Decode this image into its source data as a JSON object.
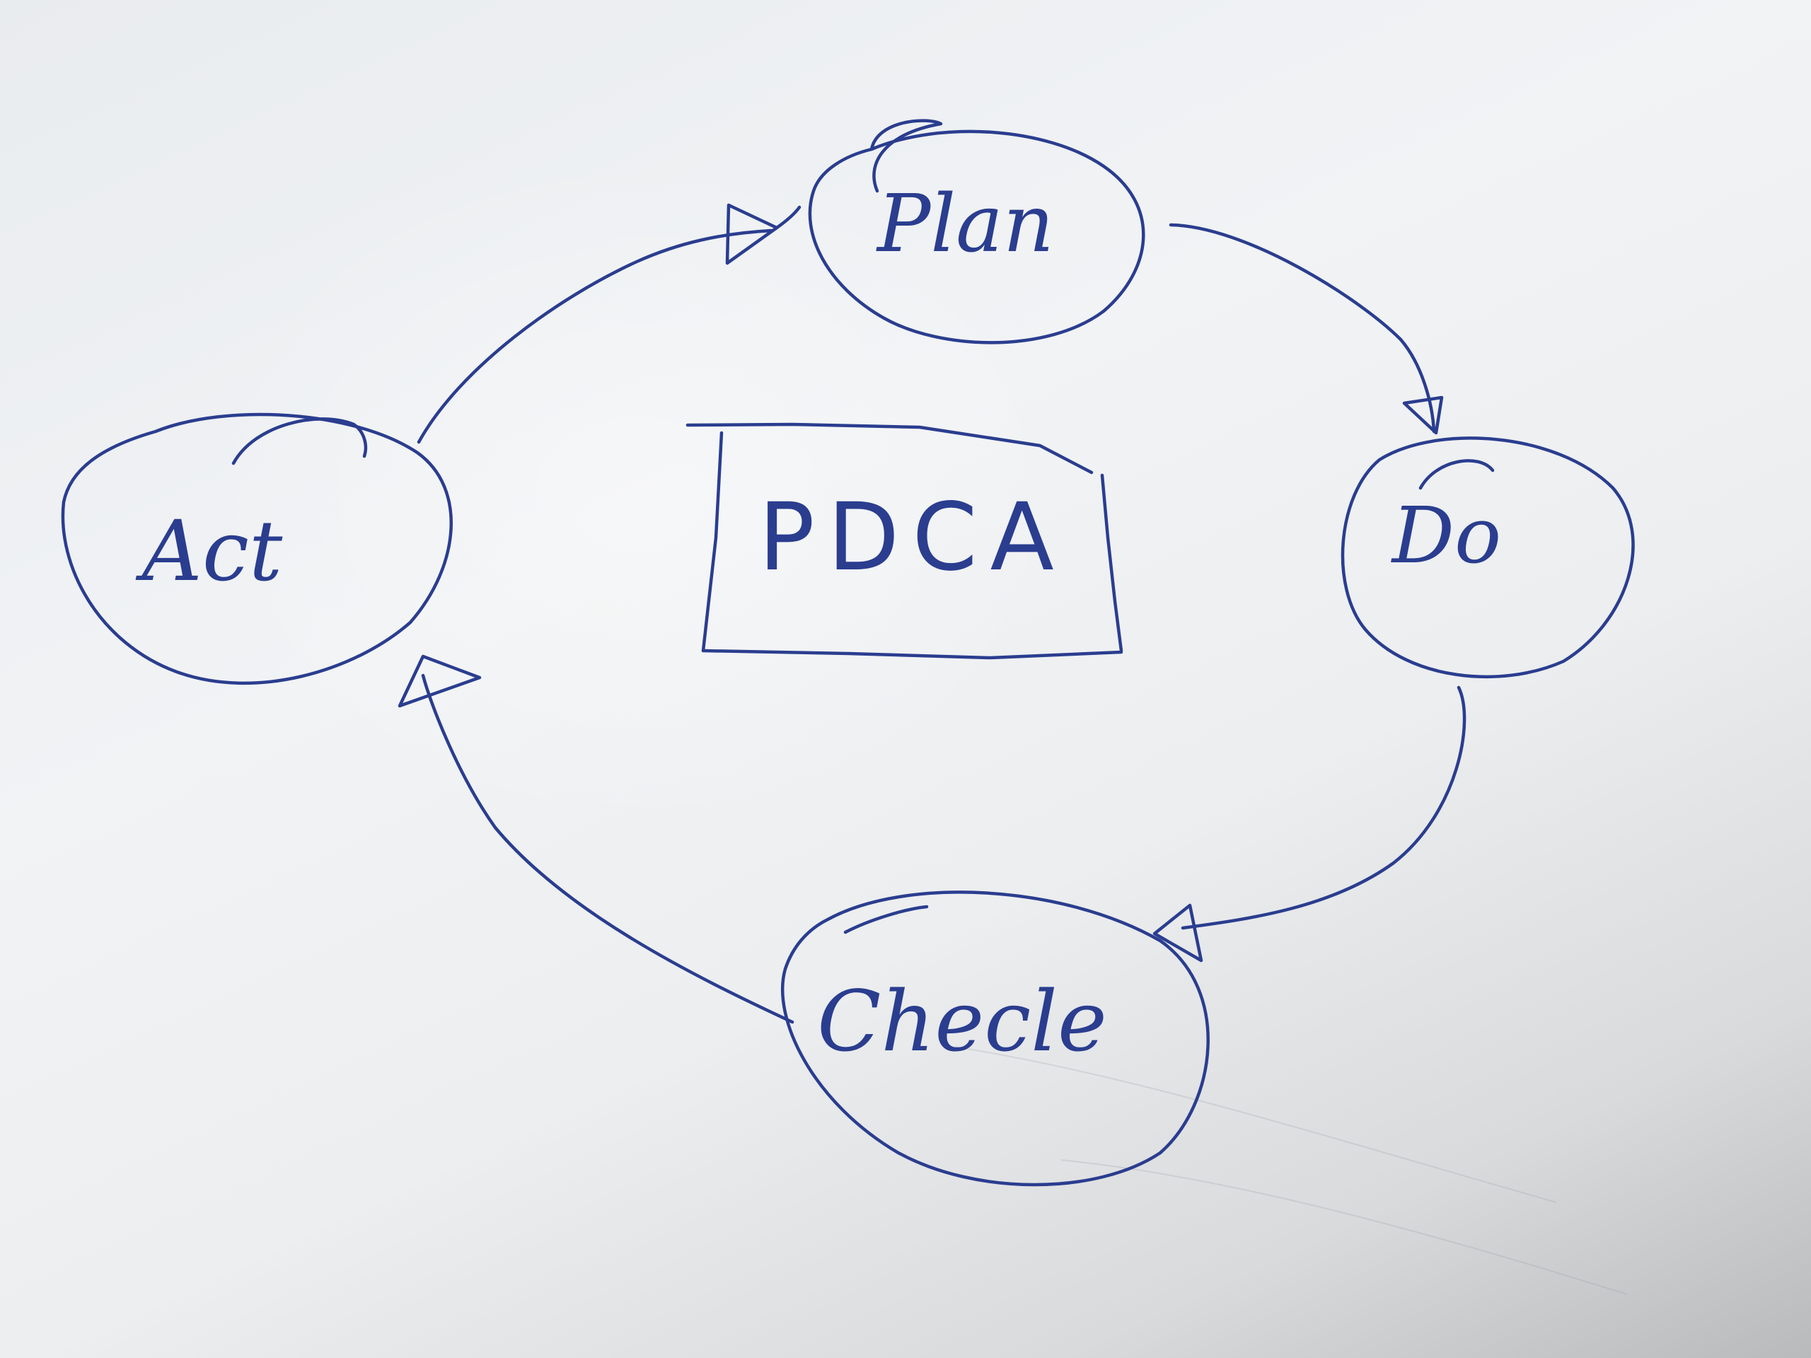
{
  "diagram": {
    "title": "PDCA",
    "nodes": [
      {
        "id": "plan",
        "label": "Plan"
      },
      {
        "id": "do",
        "label": "Do"
      },
      {
        "id": "check",
        "label": "Checle"
      },
      {
        "id": "act",
        "label": "Act"
      }
    ],
    "edges": [
      {
        "from": "plan",
        "to": "do"
      },
      {
        "from": "do",
        "to": "check"
      },
      {
        "from": "check",
        "to": "act"
      },
      {
        "from": "act",
        "to": "plan"
      }
    ]
  },
  "colors": {
    "ink": "#2a3d8f",
    "paper": "#eef0f2"
  }
}
